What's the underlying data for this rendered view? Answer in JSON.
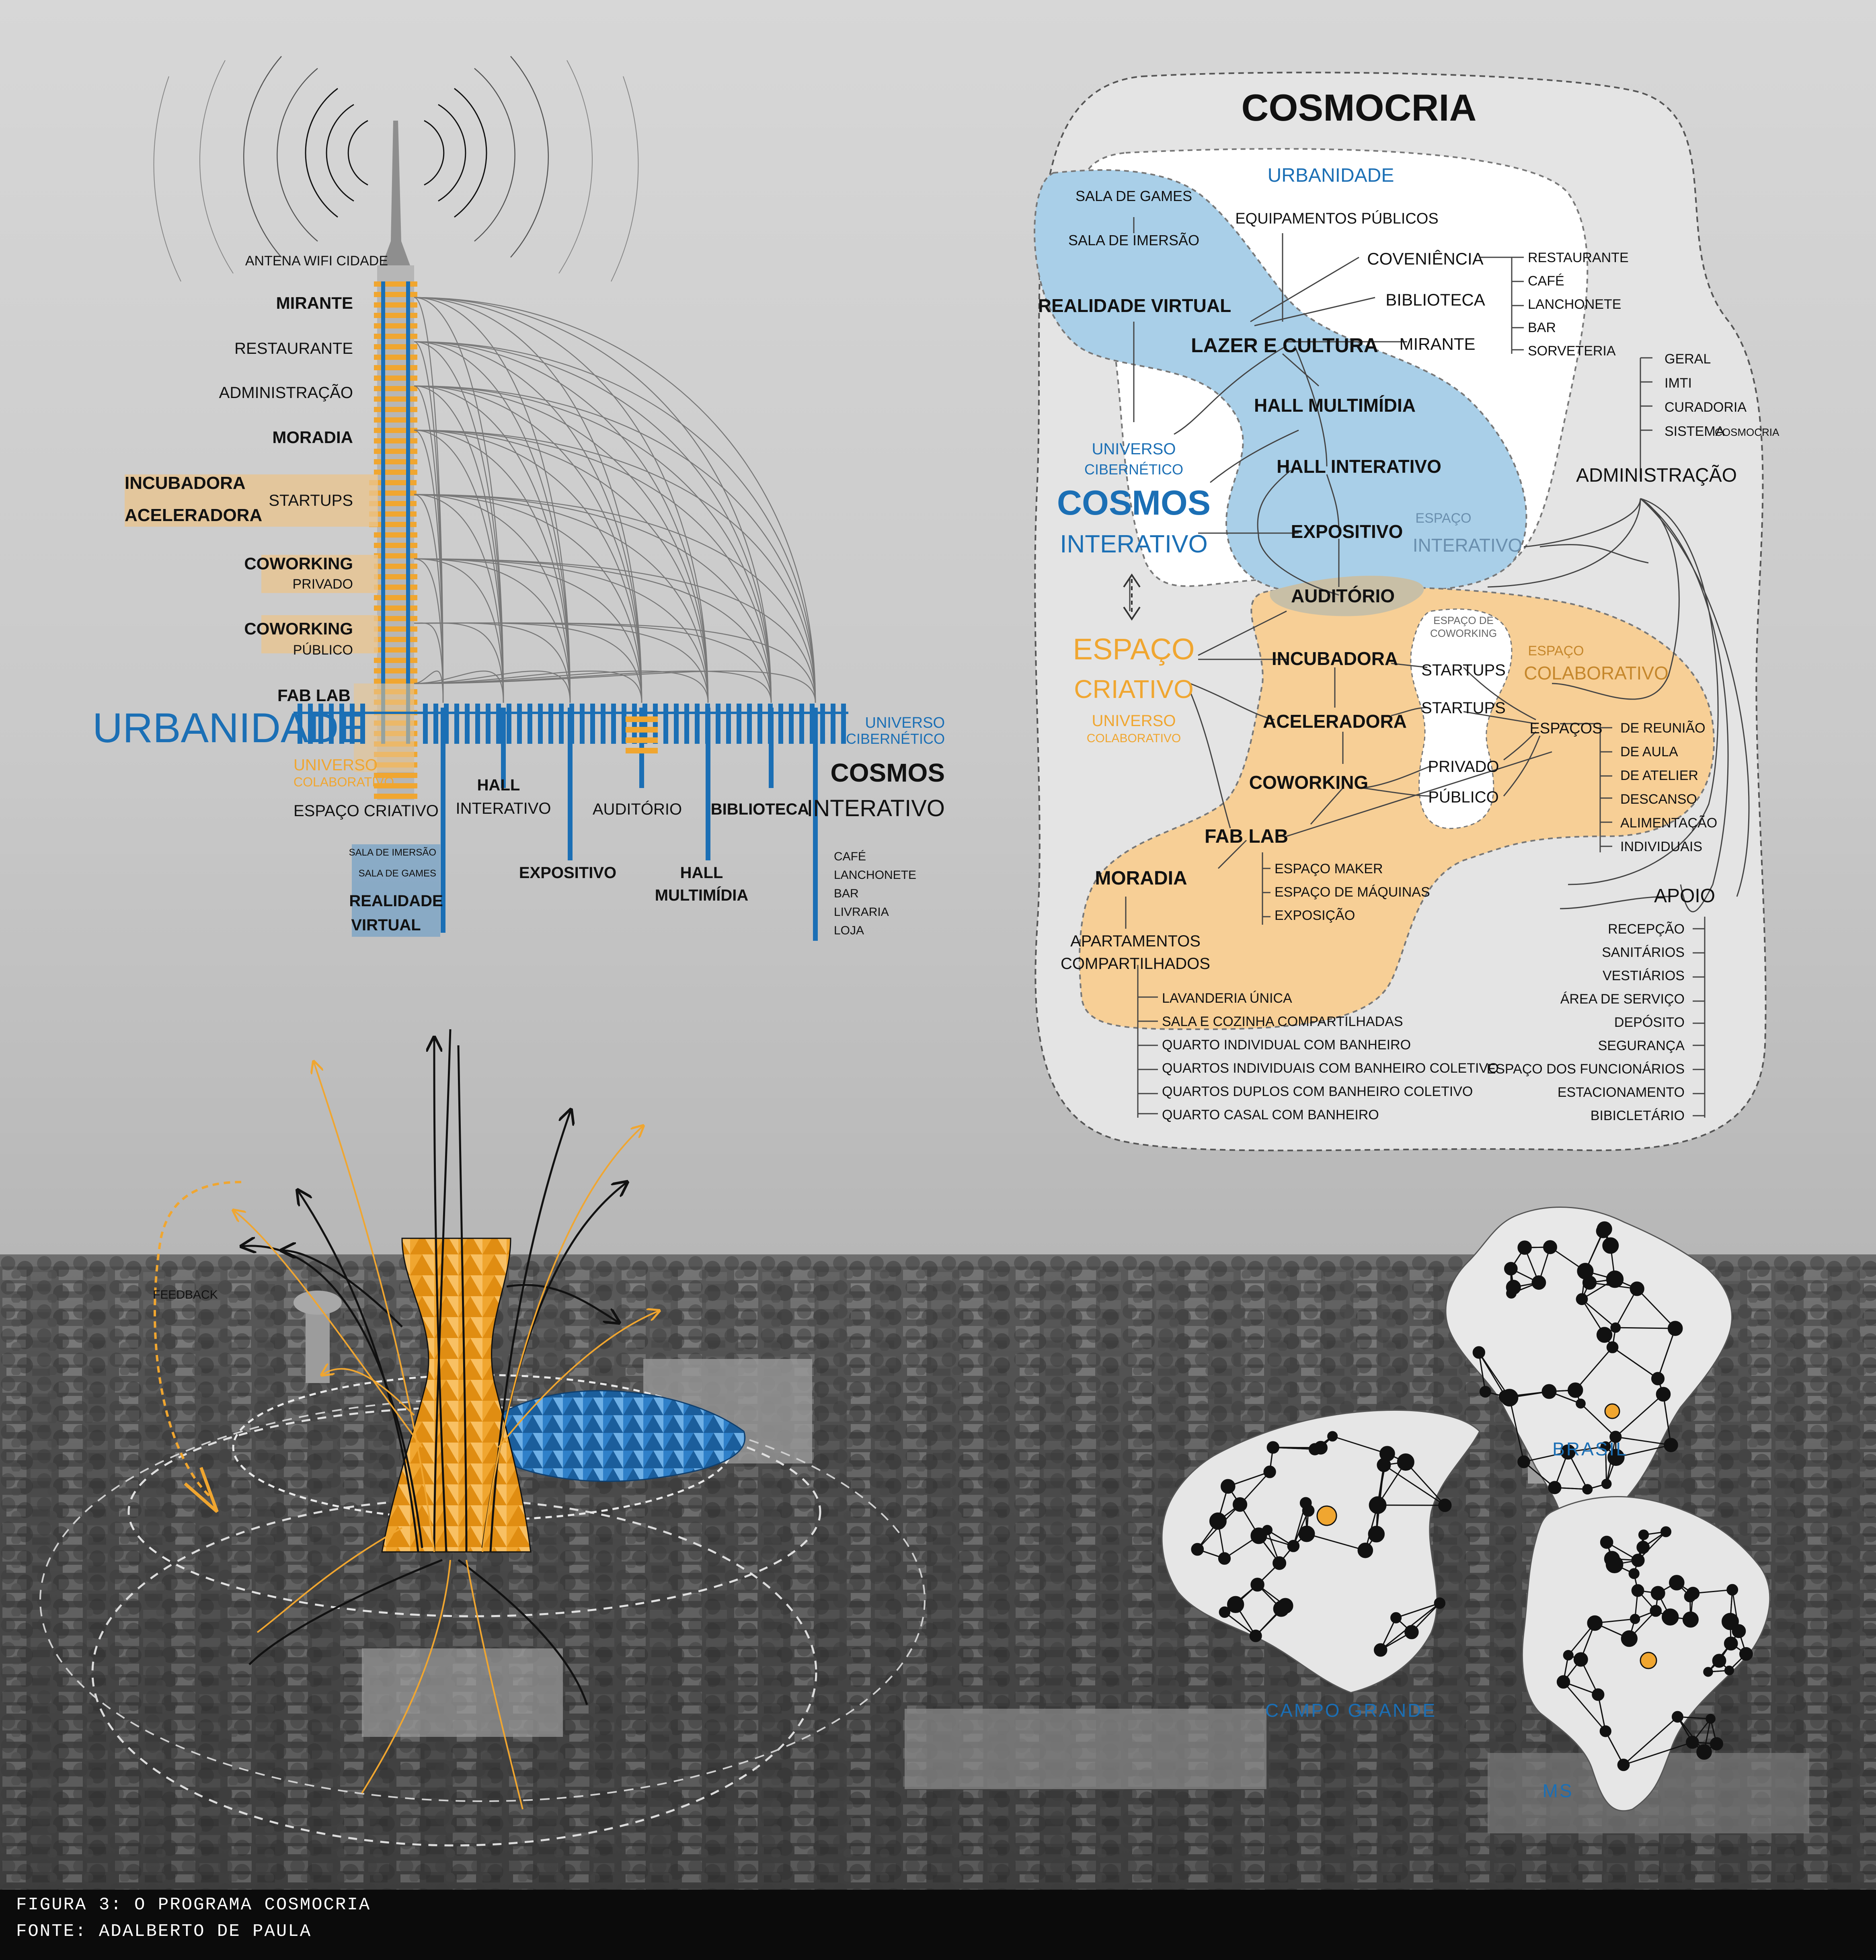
{
  "colors": {
    "blue": "#1b6fb5",
    "orange": "#f0a630",
    "lightblue": "#a7cde6",
    "lightorange": "#f7cf96",
    "dark": "#111111",
    "grey": "#6a6a6a"
  },
  "caption": {
    "line1": "FIGURA 3: O PROGRAMA COSMOCRIA",
    "line2": "FONTE: ADALBERTO DE PAULA"
  },
  "tower": {
    "antenna": "ANTENA WIFI CIDADE",
    "mirante": "MIRANTE",
    "restaurante": "RESTAURANTE",
    "administracao": "ADMINISTRAÇÃO",
    "moradia": "MORADIA",
    "incubadora": "INCUBADORA",
    "startups": "STARTUPS",
    "aceleradora": "ACELERADORA",
    "coworking_privado_1": "COWORKING",
    "coworking_privado_2": "PRIVADO",
    "coworking_publico_1": "COWORKING",
    "coworking_publico_2": "PÚBLICO",
    "fablab": "FAB LAB",
    "urbanidade": "URBANIDADE",
    "universo_colab_1": "UNIVERSO",
    "universo_colab_2": "COLABORATIVO",
    "espaco_criativo": "ESPAÇO CRIATIVO",
    "universo_ciber_1": "UNIVERSO",
    "universo_ciber_2": "CIBERNÉTICO",
    "cosmos_1": "COSMOS",
    "cosmos_2": "INTERATIVO",
    "hall_interativo_1": "HALL",
    "hall_interativo_2": "INTERATIVO",
    "auditorio": "AUDITÓRIO",
    "biblioteca": "BIBLIOTECA",
    "expositivo": "EXPOSITIVO",
    "hall_multimidia_1": "HALL",
    "hall_multimidia_2": "MULTIMÍDIA",
    "sala_imersao": "SALA DE IMERSÃO",
    "sala_games": "SALA DE GAMES",
    "realidade_1": "REALIDADE",
    "realidade_2": "VIRTUAL",
    "retail": [
      "CAFÉ",
      "LANCHONETE",
      "BAR",
      "LIVRARIA",
      "LOJA"
    ]
  },
  "diagram": {
    "title": "COSMOCRIA",
    "urbanidade": "URBANIDADE",
    "sala_games": "SALA DE GAMES",
    "sala_imersao": "SALA DE IMERSÃO",
    "realidade_virtual": "REALIDADE VIRTUAL",
    "equipamentos": "EQUIPAMENTOS PÚBLICOS",
    "coveniencia": "COVENIÊNCIA",
    "biblioteca": "BIBLIOTECA",
    "mirante": "MIRANTE",
    "lazer": "LAZER E CULTURA",
    "food": [
      "RESTAURANTE",
      "CAFÉ",
      "LANCHONETE",
      "BAR",
      "SORVETERIA"
    ],
    "admin_items": [
      "GERAL",
      "IMTI",
      "CURADORIA",
      "SISTEMA"
    ],
    "admin_items_suffix": "COSMOCRIA",
    "administracao": "ADMINISTRAÇÃO",
    "hall_multimidia": "HALL MULTIMÍDIA",
    "hall_interativo": "HALL INTERATIVO",
    "expositivo": "EXPOSITIVO",
    "espaco_interativo_1": "ESPAÇO",
    "espaco_interativo_2": "INTERATIVO",
    "universo_ciber_1": "UNIVERSO",
    "universo_ciber_2": "CIBERNÉTICO",
    "cosmos_1": "COSMOS",
    "cosmos_2": "INTERATIVO",
    "auditorio": "AUDITÓRIO",
    "espaco_criativo_1": "ESPAÇO",
    "espaco_criativo_2": "CRIATIVO",
    "universo_colab_1": "UNIVERSO",
    "universo_colab_2": "COLABORATIVO",
    "incubadora": "INCUBADORA",
    "aceleradora": "ACELERADORA",
    "coworking": "COWORKING",
    "fablab": "FAB LAB",
    "espaco_coworking_1": "ESPAÇO DE",
    "espaco_coworking_2": "COWORKING",
    "startups_1": "STARTUPS",
    "startups_2": "STARTUPS",
    "privado": "PRIVADO",
    "publico": "PÚBLICO",
    "espaco_colab_1": "ESPAÇO",
    "espaco_colab_2": "COLABORATIVO",
    "espacos": "ESPAÇOS",
    "espacos_items": [
      "DE REUNIÃO",
      "DE AULA",
      "DE ATELIER",
      "DESCANSO",
      "ALIMENTAÇÃO",
      "INDIVIDUAIS"
    ],
    "fab_items": [
      "ESPAÇO MAKER",
      "ESPAÇO DE MÁQUINAS",
      "EXPOSIÇÃO"
    ],
    "moradia": "MORADIA",
    "apartamentos_1": "APARTAMENTOS",
    "apartamentos_2": "COMPARTILHADOS",
    "moradia_items": [
      "LAVANDERIA ÚNICA",
      "SALA E COZINHA COMPARTILHADAS",
      "QUARTO INDIVIDUAL COM BANHEIRO",
      "QUARTOS INDIVIDUAIS COM BANHEIRO COLETIVO",
      "QUARTOS DUPLOS COM BANHEIRO COLETIVO",
      "QUARTO CASAL COM BANHEIRO"
    ],
    "apoio": "APOIO",
    "apoio_items": [
      "RECEPÇÃO",
      "SANITÁRIOS",
      "VESTIÁRIOS",
      "ÁREA DE SERVIÇO",
      "DEPÓSITO",
      "SEGURANÇA",
      "ESPAÇO DOS FUNCIONÁRIOS",
      "ESTACIONAMENTO",
      "BIBICLETÁRIO"
    ]
  },
  "scene": {
    "feedback": "FEEDBACK",
    "brasil": "BRASIL",
    "campo_grande": "CAMPO GRANDE",
    "ms": "MS"
  }
}
